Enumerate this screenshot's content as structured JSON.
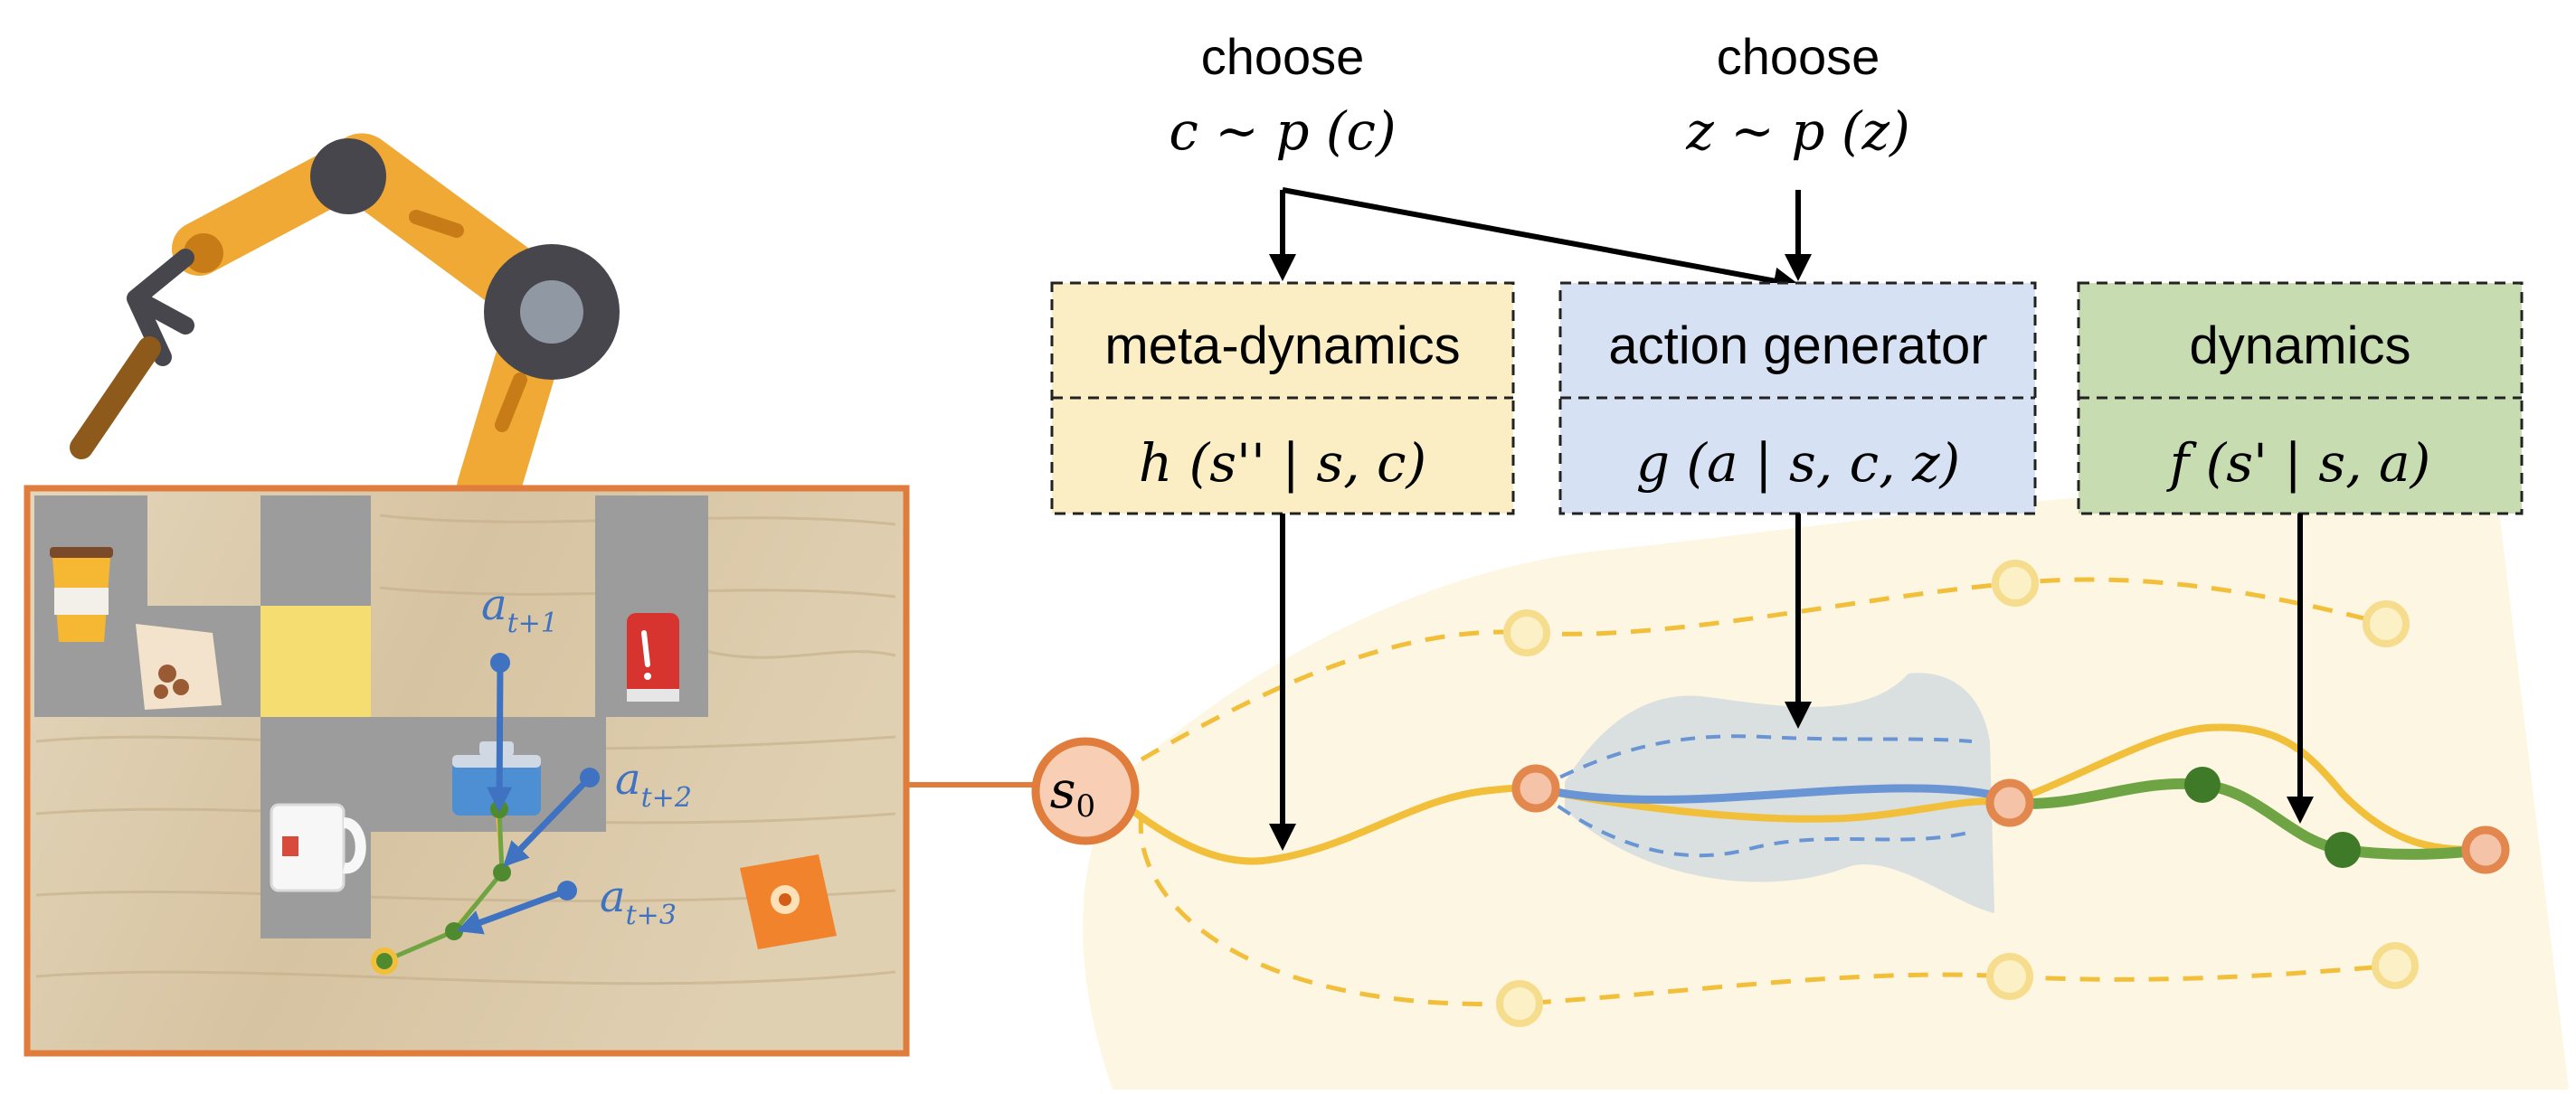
{
  "choose_c": {
    "word": "choose",
    "expr": "c ~ p (c)"
  },
  "choose_z": {
    "word": "choose",
    "expr": "z ~ p (z)"
  },
  "modules": [
    {
      "title": "meta-dynamics",
      "formula": "h (s'' | s, c)",
      "color": "#fbeec5"
    },
    {
      "title": "action generator",
      "formula": "g (a | s, c, z)",
      "color": "#d6e2f3"
    },
    {
      "title": "dynamics",
      "formula": "f (s' | s, a)",
      "color": "#c7ddb1"
    }
  ],
  "start_state": {
    "symbol": "s",
    "subscript": "0"
  },
  "action_labels": [
    {
      "base": "a",
      "sub": "t+1"
    },
    {
      "base": "a",
      "sub": "t+2"
    },
    {
      "base": "a",
      "sub": "t+3"
    }
  ],
  "colors": {
    "meta_path": "#f2bf3a",
    "action_path": "#6a95d4",
    "dynamics_path": "#6ea444",
    "state_node": "#e2884e",
    "wood": "#d8c7a8",
    "grid_tile": "#9c9c9c",
    "highlight_tile": "#f6dd72",
    "frame": "#e07d3c",
    "robot_arm": "#f0a934",
    "robot_joint": "#46464c"
  }
}
